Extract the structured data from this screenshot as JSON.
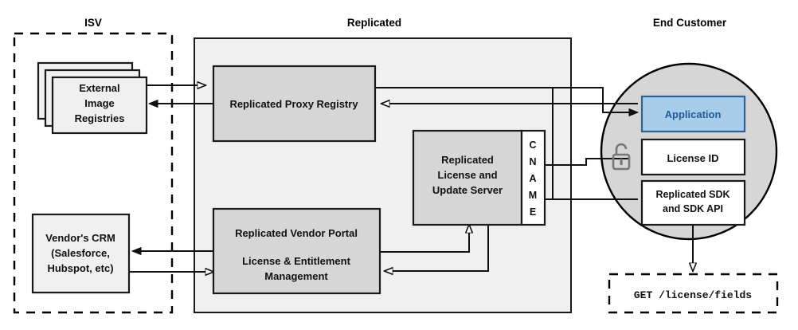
{
  "diagram": {
    "title_bar": "",
    "zones": [
      {
        "id": "isv",
        "label": "ISV",
        "style": "dashed-box"
      },
      {
        "id": "replicated",
        "label": "Replicated",
        "style": "filled-panel"
      },
      {
        "id": "end-customer",
        "label": "End Customer",
        "style": "circle"
      }
    ],
    "nodes": [
      {
        "id": "external-image-registries",
        "zone": "isv",
        "lines": [
          "External",
          "Image",
          "Registries"
        ],
        "shape": "stacked-cards",
        "fill": "#f0f0f0"
      },
      {
        "id": "vendors-crm",
        "zone": "isv",
        "lines": [
          "Vendor's CRM",
          "(Salesforce,",
          "Hubspot, etc)"
        ],
        "shape": "rect",
        "fill": "#f0f0f0"
      },
      {
        "id": "replicated-proxy-registry",
        "zone": "replicated",
        "lines": [
          "Replicated Proxy Registry"
        ],
        "shape": "rect",
        "fill": "#d6d6d6"
      },
      {
        "id": "replicated-license-and-update-server",
        "zone": "replicated",
        "lines": [
          "Replicated",
          "License and",
          "Update Server"
        ],
        "shape": "rect",
        "fill": "#d6d6d6"
      },
      {
        "id": "cname-sidebar",
        "zone": "replicated",
        "letters": [
          "C",
          "N",
          "A",
          "M",
          "E"
        ],
        "shape": "vertical-label",
        "fill": "#ffffff"
      },
      {
        "id": "replicated-vendor-portal",
        "zone": "replicated",
        "lines": [
          "Replicated Vendor Portal",
          "",
          "License & Entitlement",
          "Management"
        ],
        "shape": "rect",
        "fill": "#d6d6d6"
      },
      {
        "id": "application",
        "zone": "end-customer",
        "lines": [
          "Application"
        ],
        "shape": "rect",
        "fill": "#a8cdea",
        "accent": "#1f5c99"
      },
      {
        "id": "license-id",
        "zone": "end-customer",
        "lines": [
          "License ID"
        ],
        "shape": "rect",
        "fill": "#ffffff"
      },
      {
        "id": "replicated-sdk",
        "zone": "end-customer",
        "lines": [
          "Replicated SDK",
          "and SDK API"
        ],
        "shape": "rect",
        "fill": "#ffffff"
      },
      {
        "id": "license-fields-request",
        "zone": "none",
        "lines": [
          "GET /license/fields"
        ],
        "shape": "dashed-box",
        "font": "monospace"
      },
      {
        "id": "unlock-icon",
        "zone": "end-customer",
        "shape": "icon",
        "icon": "unlock-icon"
      }
    ],
    "labels": {
      "isv": "ISV",
      "replicated": "Replicated",
      "end_customer": "End Customer",
      "external_image_registries_l1": "External",
      "external_image_registries_l2": "Image",
      "external_image_registries_l3": "Registries",
      "vendors_crm_l1": "Vendor's CRM",
      "vendors_crm_l2": "(Salesforce,",
      "vendors_crm_l3": "Hubspot, etc)",
      "proxy_registry": "Replicated Proxy Registry",
      "license_server_l1": "Replicated",
      "license_server_l2": "License and",
      "license_server_l3": "Update Server",
      "cname_c": "C",
      "cname_n": "N",
      "cname_a": "A",
      "cname_m": "M",
      "cname_e": "E",
      "vendor_portal_l1": "Replicated Vendor Portal",
      "vendor_portal_l2": "License & Entitlement",
      "vendor_portal_l3": "Management",
      "application": "Application",
      "license_id": "License ID",
      "sdk_l1": "Replicated SDK",
      "sdk_l2": "and SDK API",
      "license_fields": "GET /license/fields"
    },
    "colors": {
      "panel_fill": "#f0f0f0",
      "node_fill": "#d6d6d6",
      "node_white": "#ffffff",
      "app_fill": "#a8cdea",
      "app_border": "#2f6398",
      "app_text": "#1f5c99",
      "circle_fill": "#d6d6d6",
      "stroke": "#1a1a1a",
      "lock_stroke": "#777777"
    },
    "connections": [
      {
        "from": "external-image-registries",
        "to": "replicated-proxy-registry",
        "direction": "forward"
      },
      {
        "from": "replicated-proxy-registry",
        "to": "external-image-registries",
        "direction": "forward"
      },
      {
        "from": "replicated-proxy-registry",
        "to": "application",
        "direction": "forward"
      },
      {
        "from": "application",
        "to": "replicated-proxy-registry",
        "direction": "forward"
      },
      {
        "from": "license-id",
        "to": "cname-sidebar",
        "direction": "forward"
      },
      {
        "from": "replicated-sdk",
        "to": "cname-sidebar",
        "direction": "forward"
      },
      {
        "from": "vendors-crm",
        "to": "replicated-vendor-portal",
        "direction": "forward"
      },
      {
        "from": "replicated-vendor-portal",
        "to": "vendors-crm",
        "direction": "forward"
      },
      {
        "from": "replicated-vendor-portal",
        "to": "replicated-license-and-update-server",
        "direction": "forward"
      },
      {
        "from": "replicated-license-and-update-server",
        "to": "replicated-vendor-portal",
        "direction": "forward"
      },
      {
        "from": "replicated-sdk",
        "to": "license-fields-request",
        "direction": "forward"
      }
    ]
  }
}
